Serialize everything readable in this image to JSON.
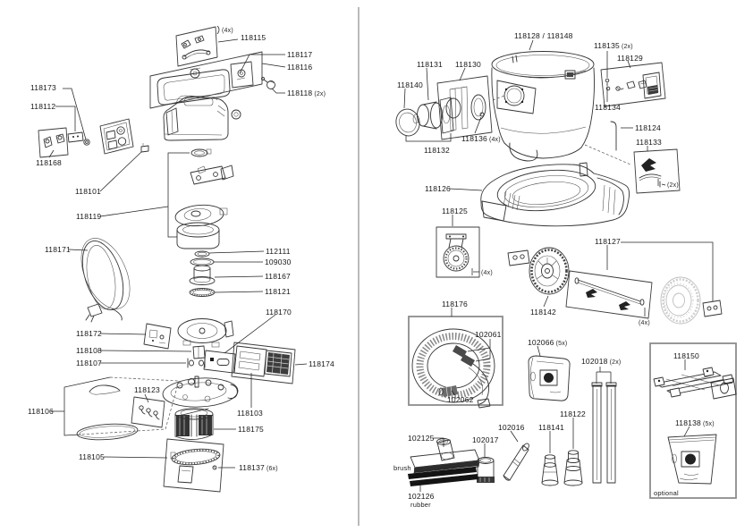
{
  "style": {
    "background": "#ffffff",
    "line_color": "#333333",
    "label_color": "#161616",
    "divider_color": "#9c9c9c",
    "kit_box_color": "#8c8c8c",
    "ghost_part_color": "#bdbdbd",
    "rubber_strip_color": "#141414"
  },
  "diagram_type": "exploded-parts-diagram",
  "labels": [
    {
      "text": "118173"
    },
    {
      "text": "118112"
    },
    {
      "text": "118168"
    },
    {
      "text": "118101"
    },
    {
      "text": "118119"
    },
    {
      "text": "118171"
    },
    {
      "text": "(4x)"
    },
    {
      "text": "118115"
    },
    {
      "text": "118117"
    },
    {
      "text": "118116"
    },
    {
      "text": "118118",
      "qty": "(2x)"
    },
    {
      "text": "112111"
    },
    {
      "text": "109030"
    },
    {
      "text": "118167"
    },
    {
      "text": "118121"
    },
    {
      "text": "118170"
    },
    {
      "text": "118172"
    },
    {
      "text": "118108"
    },
    {
      "text": "118107"
    },
    {
      "text": "118174"
    },
    {
      "text": "118106"
    },
    {
      "text": "118123"
    },
    {
      "text": "118103"
    },
    {
      "text": "118175"
    },
    {
      "text": "118105"
    },
    {
      "text": "118137",
      "qty": "(6x)"
    },
    {
      "text": "118128 / 118148"
    },
    {
      "text": "118135",
      "qty": "(2x)"
    },
    {
      "text": "118129"
    },
    {
      "text": "118131"
    },
    {
      "text": "118130"
    },
    {
      "text": "118140"
    },
    {
      "text": "118134"
    },
    {
      "text": "118136",
      "qty": "(4x)"
    },
    {
      "text": "118132"
    },
    {
      "text": "118124"
    },
    {
      "text": "118133"
    },
    {
      "text": "(2x)"
    },
    {
      "text": "118126"
    },
    {
      "text": "118125"
    },
    {
      "text": "118127"
    },
    {
      "text": "(4x)"
    },
    {
      "text": "118142"
    },
    {
      "text": "(4x)"
    },
    {
      "text": "118176"
    },
    {
      "text": "102061"
    },
    {
      "text": "102062"
    },
    {
      "text": "102066",
      "qty": "(5x)"
    },
    {
      "text": "102018",
      "qty": "(2x)"
    },
    {
      "text": "118150"
    },
    {
      "text": "118122"
    },
    {
      "text": "118141"
    },
    {
      "text": "102016"
    },
    {
      "text": "102017"
    },
    {
      "text": "102125"
    },
    {
      "text": "brush"
    },
    {
      "text": "102126"
    },
    {
      "text": "rubber"
    },
    {
      "text": "118138",
      "qty": "(5x)"
    },
    {
      "text": "optional"
    }
  ]
}
